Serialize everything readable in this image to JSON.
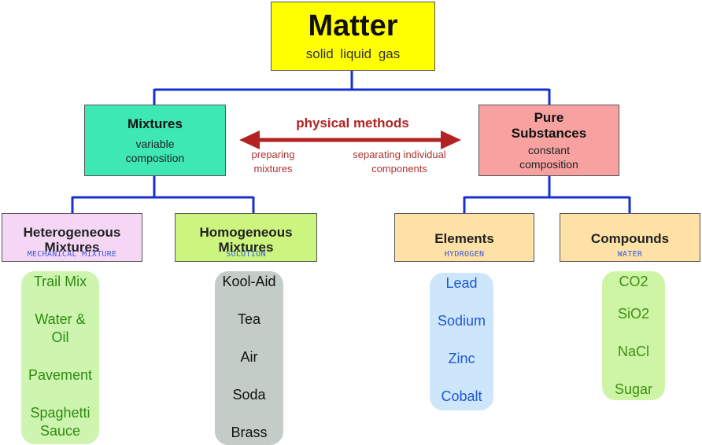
{
  "matter": {
    "title": "Matter",
    "states": "solid liquid gas"
  },
  "mixtures": {
    "title": "Mixtures",
    "line1": "variable",
    "line2": "composition"
  },
  "pure": {
    "title_line1": "Pure",
    "title_line2": "Substances",
    "line1": "constant",
    "line2": "composition"
  },
  "arrow": {
    "label": "physical methods",
    "left_line1": "preparing",
    "left_line2": "mixtures",
    "right_line1": "separating individual",
    "right_line2": "components"
  },
  "heterogeneous": {
    "title_line1": "Heterogeneous",
    "title_line2": "Mixtures",
    "sub": "MECHANICAL MIXTURE"
  },
  "homogeneous": {
    "title_line1": "Homogeneous",
    "title_line2": "Mixtures",
    "sub": "SOLUTION"
  },
  "elements": {
    "title": "Elements",
    "sub": "HYDROGEN"
  },
  "compounds": {
    "title": "Compounds",
    "sub": "WATER"
  },
  "examples": {
    "heterogeneous": [
      "Trail Mix",
      "Water &",
      "Oil",
      "Pavement",
      "Spaghetti",
      "Sauce"
    ],
    "homogeneous": [
      "Kool-Aid",
      "Tea",
      "Air",
      "Soda",
      "Brass"
    ],
    "elements": [
      "Lead",
      "Sodium",
      "Zinc",
      "Cobalt"
    ],
    "compounds": [
      "CO2",
      "SiO2",
      "NaCl",
      "Sugar"
    ]
  },
  "colors": {
    "connector": "#1a2fd0",
    "arrow": "#b32222",
    "matter": "#ffff00",
    "mixtures": "#3ee8b4",
    "pure": "#f7a1a1",
    "elements": "#fde1a6"
  }
}
